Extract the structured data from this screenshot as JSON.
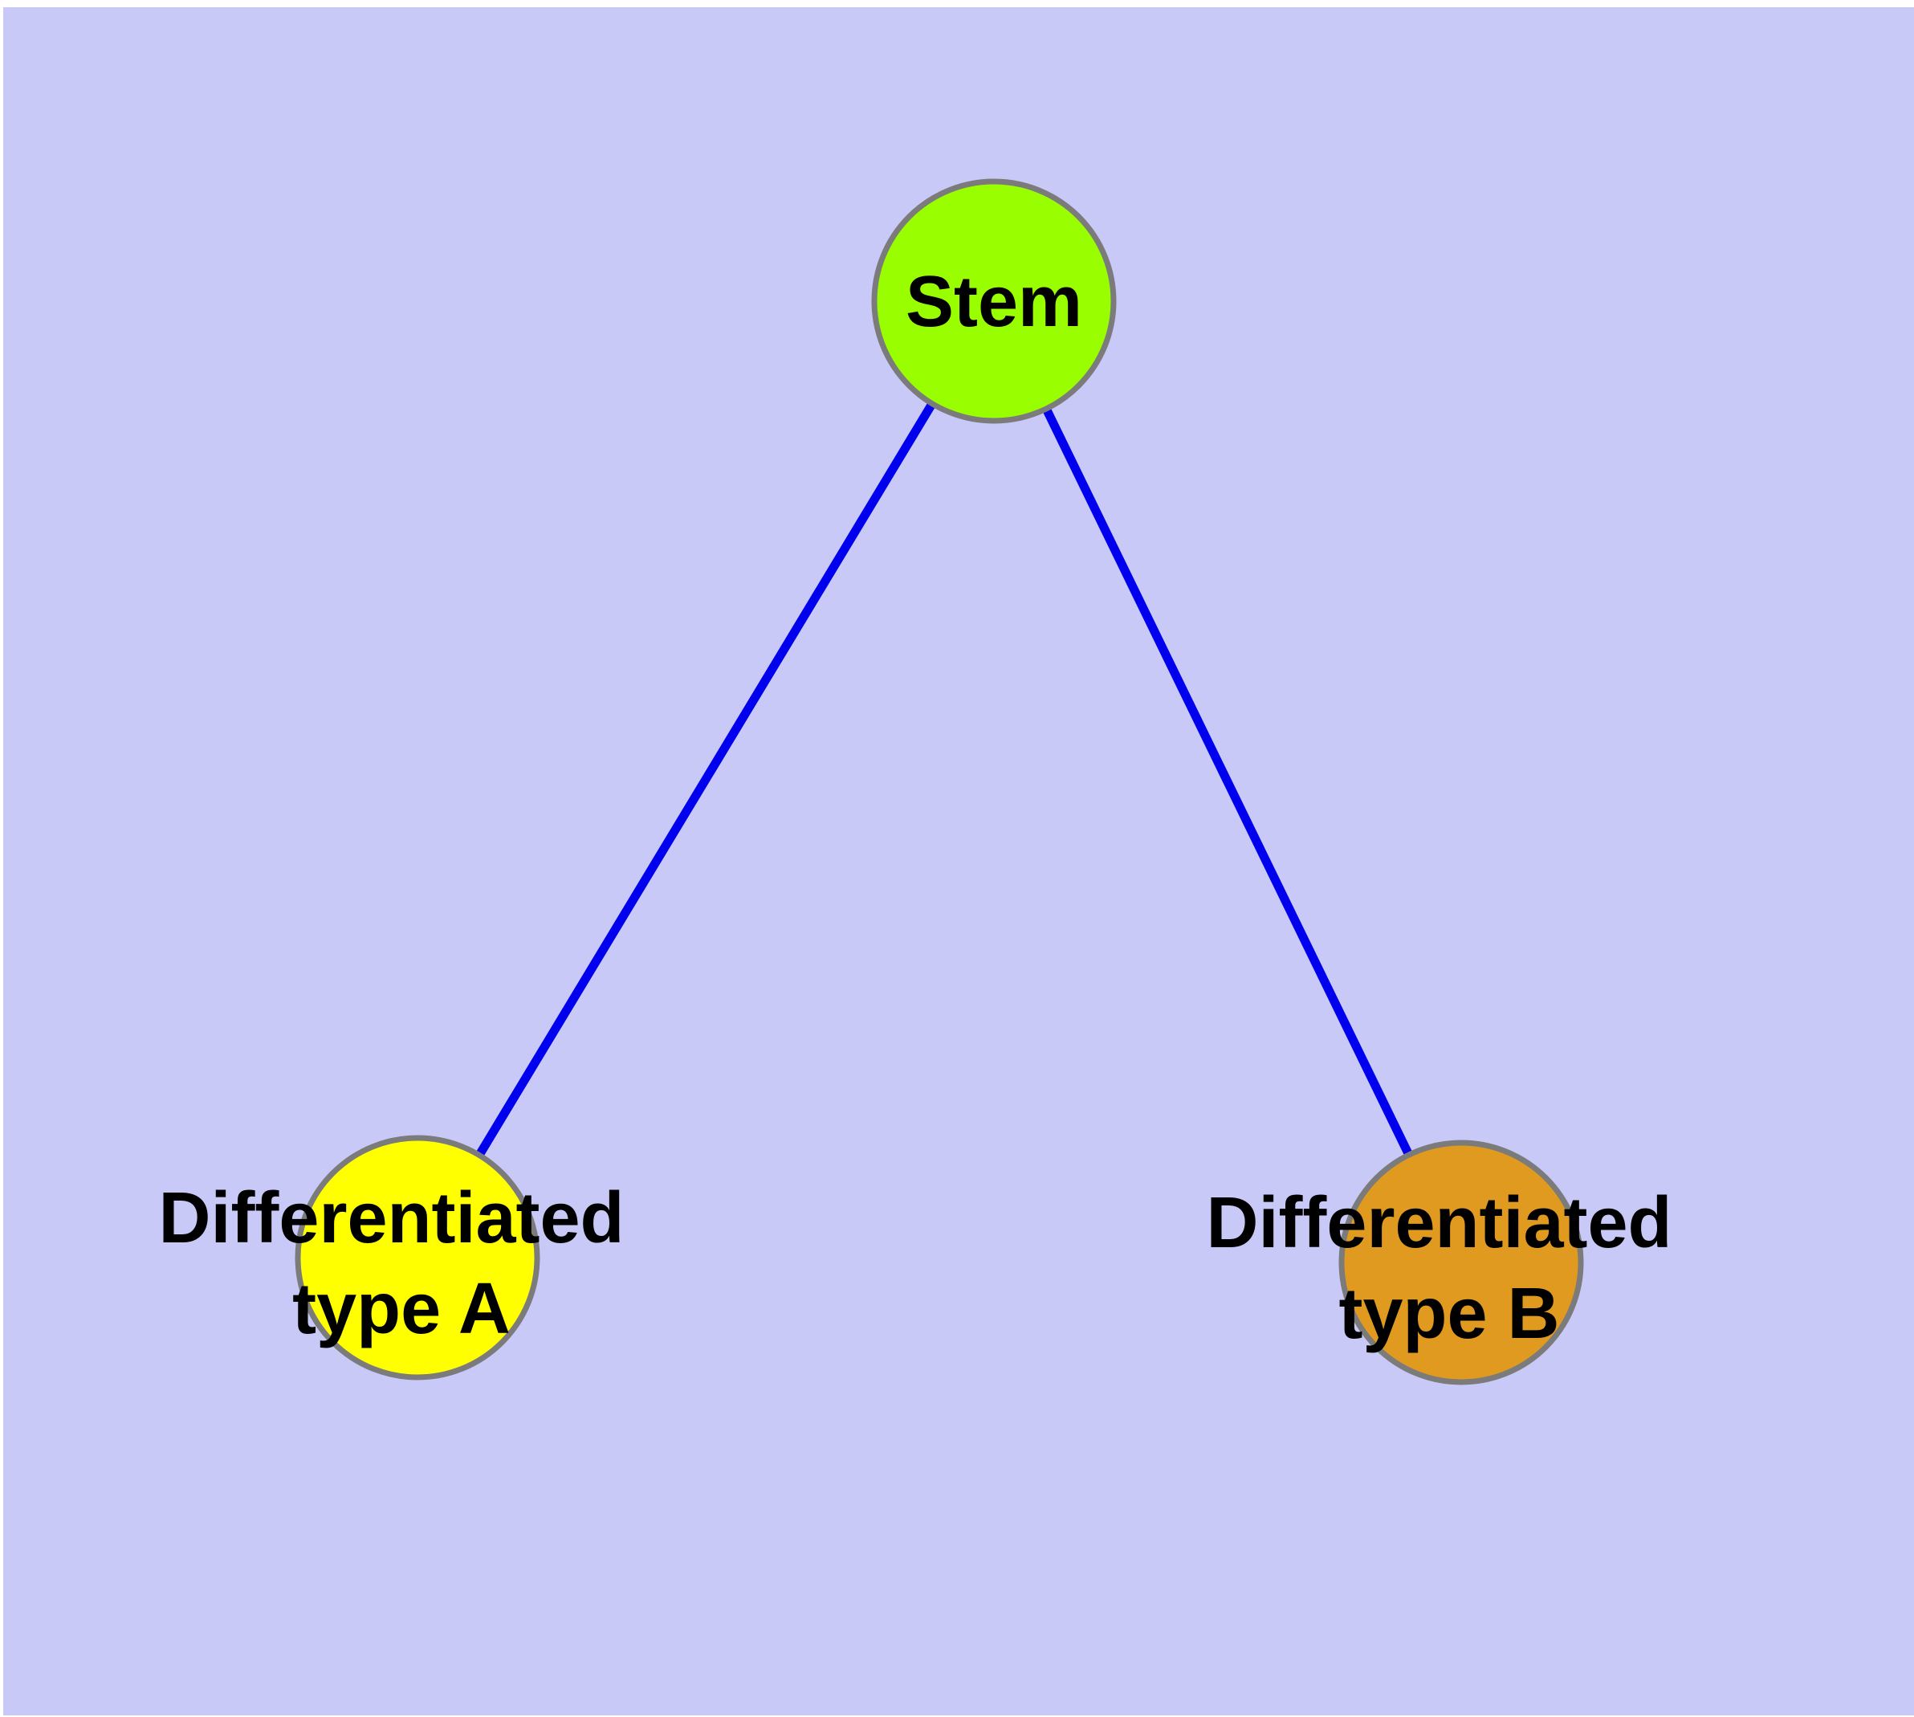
{
  "diagram": {
    "description": "Stem cell differentiation graph",
    "colors": {
      "canvas_background": "#c9c9f8",
      "page_background": "#ffffff",
      "edge": "#0000ee",
      "node_border": "#7b7b7b",
      "label_text": "#000000"
    },
    "nodes": {
      "stem": {
        "label": "Stem",
        "fill": "#99fe00"
      },
      "type_a": {
        "label_lines": [
          "Differentiated",
          "type A"
        ],
        "fill": "#ffff00"
      },
      "type_b": {
        "label_lines": [
          "Differentiated",
          "type B"
        ],
        "fill": "#e09a20"
      }
    },
    "edges": [
      {
        "from": "stem",
        "to": "type_a"
      },
      {
        "from": "stem",
        "to": "type_b"
      }
    ]
  }
}
